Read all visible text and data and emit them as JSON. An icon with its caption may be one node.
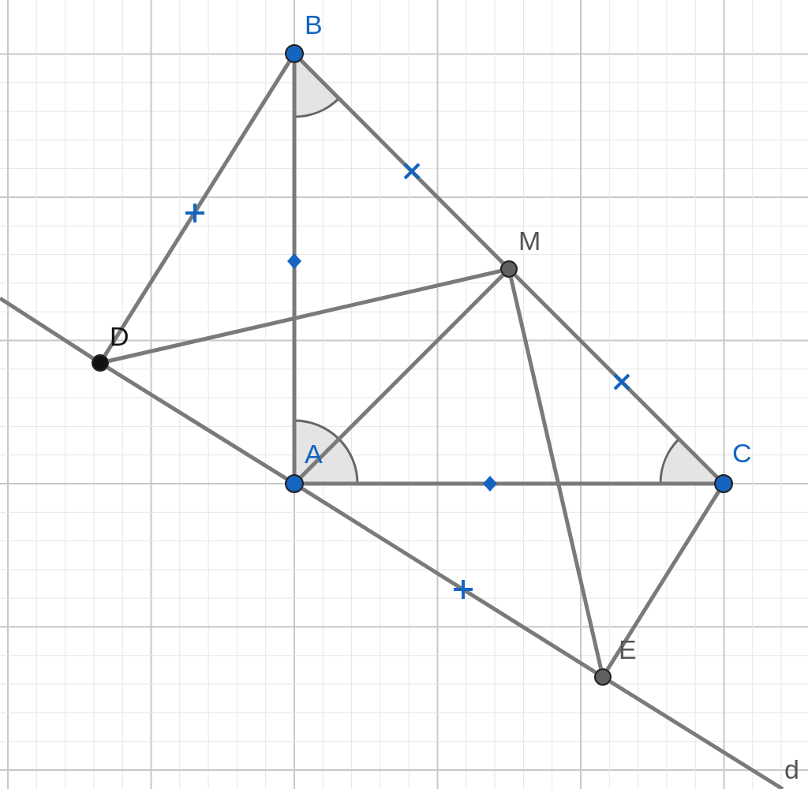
{
  "diagram": {
    "nodes": [
      {
        "text": [],
        "shape": "circle",
        "beside": [
          "B"
        ]
      },
      {
        "text": [],
        "shape": "circle",
        "beside": [
          "M"
        ]
      },
      {
        "text": [],
        "shape": "circle",
        "beside": [
          "D"
        ]
      },
      {
        "text": [],
        "shape": "circle",
        "beside": [
          "A"
        ]
      },
      {
        "text": [],
        "shape": "circle",
        "beside": [
          "C"
        ]
      },
      {
        "text": [],
        "shape": "circle",
        "beside": [
          "E"
        ]
      }
    ],
    "edges": [
      {
        "from": 0,
        "to": 2,
        "arrow": "none"
      },
      {
        "from": 0,
        "to": 3,
        "arrow": "none"
      },
      {
        "from": 0,
        "to": 1,
        "arrow": "none"
      },
      {
        "from": 1,
        "to": 4,
        "arrow": "none"
      },
      {
        "from": 2,
        "to": 1,
        "arrow": "none"
      },
      {
        "from": 3,
        "to": 1,
        "arrow": "none"
      },
      {
        "from": 1,
        "to": 5,
        "arrow": "none"
      },
      {
        "from": 3,
        "to": 4,
        "arrow": "none"
      },
      {
        "from": 4,
        "to": 5,
        "arrow": "none"
      },
      {
        "from": 2,
        "to": 3,
        "arrow": "none"
      },
      {
        "from": 3,
        "to": 5,
        "arrow": "none"
      },
      {
        "from": null,
        "to": 2,
        "arrow": "none"
      },
      {
        "from": 5,
        "to": null,
        "arrow": "none"
      }
    ],
    "labels": [
      "d"
    ]
  }
}
